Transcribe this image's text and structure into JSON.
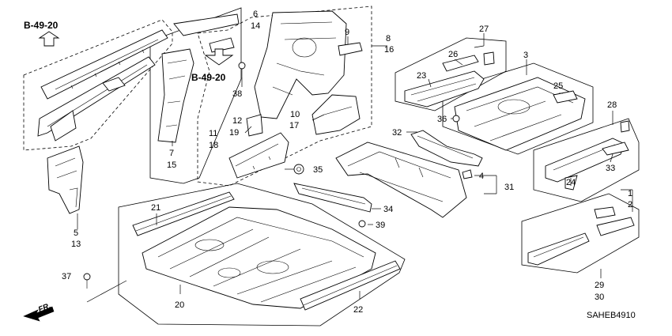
{
  "refs": {
    "top_left": "B-49-20",
    "center": "B-49-20"
  },
  "diagram_code": "SAHEB4910",
  "direction_label": "FR.",
  "callouts": {
    "c1": "1",
    "c2": "2",
    "c3": "3",
    "c4": "4",
    "c5": "5",
    "c6": "6",
    "c7": "7",
    "c8": "8",
    "c9": "9",
    "c10": "10",
    "c11": "11",
    "c12": "12",
    "c13": "13",
    "c14": "14",
    "c15": "15",
    "c16": "16",
    "c17": "17",
    "c18": "18",
    "c19": "19",
    "c20": "20",
    "c21": "21",
    "c22": "22",
    "c23": "23",
    "c24": "24",
    "c25": "25",
    "c26": "26",
    "c27": "27",
    "c28": "28",
    "c29": "29",
    "c30": "30",
    "c31": "31",
    "c32": "32",
    "c33": "33",
    "c34": "34",
    "c35": "35",
    "c36": "36",
    "c37": "37",
    "c38": "38",
    "c39": "39"
  },
  "icons": {
    "ref_arrow": "up-arrow-outline-icon",
    "ref_arrow_down": "down-arrow-outline-icon",
    "front_arrow": "front-direction-arrow-icon"
  }
}
